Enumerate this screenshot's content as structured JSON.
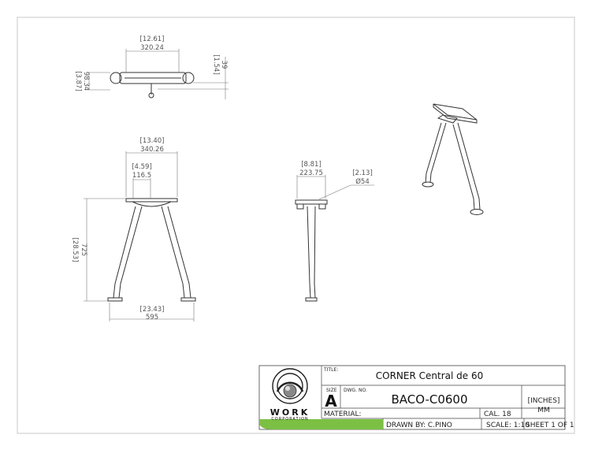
{
  "views": {
    "top": {
      "width_in": "[12.61]",
      "width_mm": "320.24",
      "depth_in": "[3.87]",
      "depth_mm": "98.34",
      "height_in": "[1.54]",
      "height_mm": "39"
    },
    "front": {
      "top_width_in": "[13.40]",
      "top_width_mm": "340.26",
      "hub_width_in": "[4.59]",
      "hub_width_mm": "116.5",
      "height_in": "[28.53]",
      "height_mm": "725",
      "base_width_in": "[23.43]",
      "base_width_mm": "595"
    },
    "side": {
      "width_in": "[8.81]",
      "width_mm": "223.75",
      "diameter_in": "[2.13]",
      "diameter_mm": "Ø54"
    }
  },
  "title_block": {
    "title_label": "TITLE:",
    "title": "CORNER Central de 60",
    "size_label": "SIZE",
    "size": "A",
    "dwg_no_label": "DWG. NO.",
    "dwg_no": "BACO-C0600",
    "units_in": "[INCHES]",
    "units_mm": "MM",
    "material_label": "MATERIAL:",
    "cal": "CAL. 18",
    "drawn_by": "DRAWN BY: C.PINO",
    "scale": "SCALE: 1:10",
    "sheet": "SHEET 1 OF 1",
    "logo_text": "WORK",
    "logo_sub": "CORPORATION"
  },
  "colors": {
    "accent_green": "#7cc043"
  }
}
